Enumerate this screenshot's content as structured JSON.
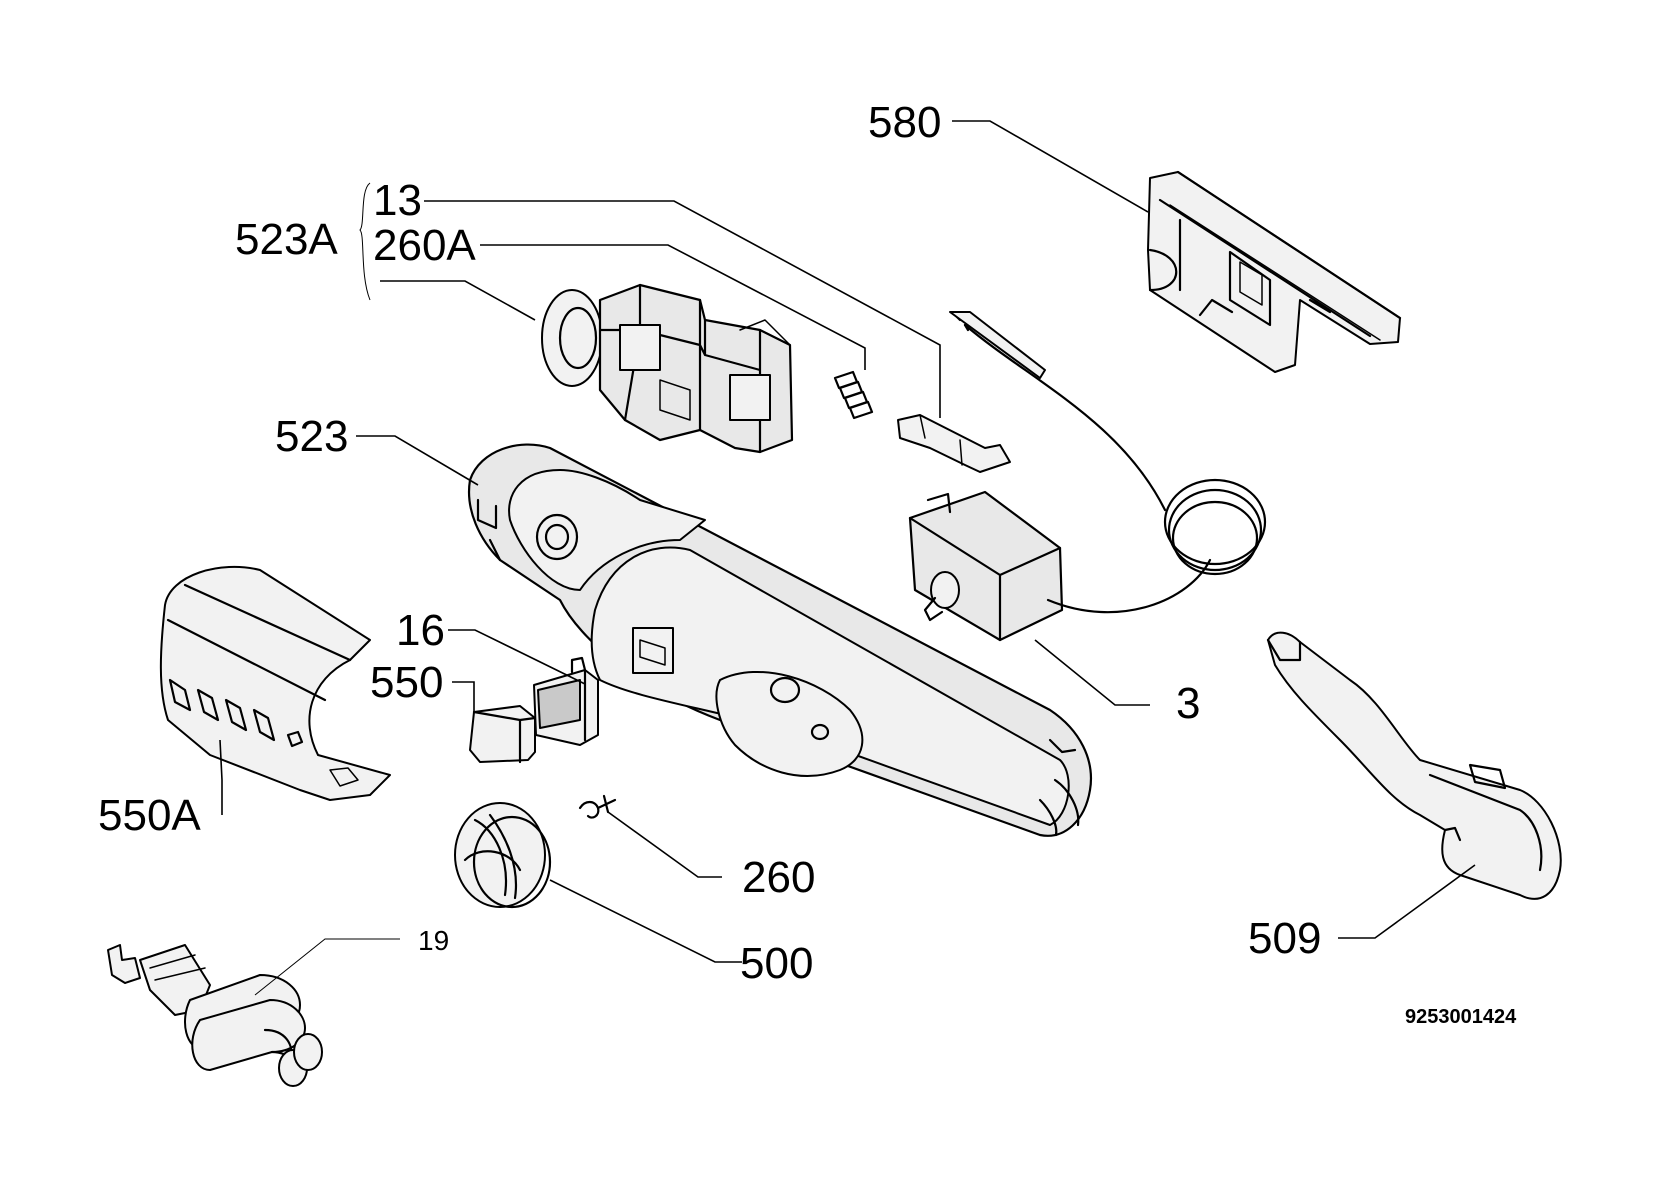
{
  "labels": {
    "p580": "580",
    "p13": "13",
    "p523A": "523A",
    "p260A": "260A",
    "p523": "523",
    "p16": "16",
    "p550": "550",
    "p3": "3",
    "p550A": "550A",
    "p260": "260",
    "p509": "509",
    "p19": "19",
    "p500": "500"
  },
  "drawing_number": "9253001424"
}
